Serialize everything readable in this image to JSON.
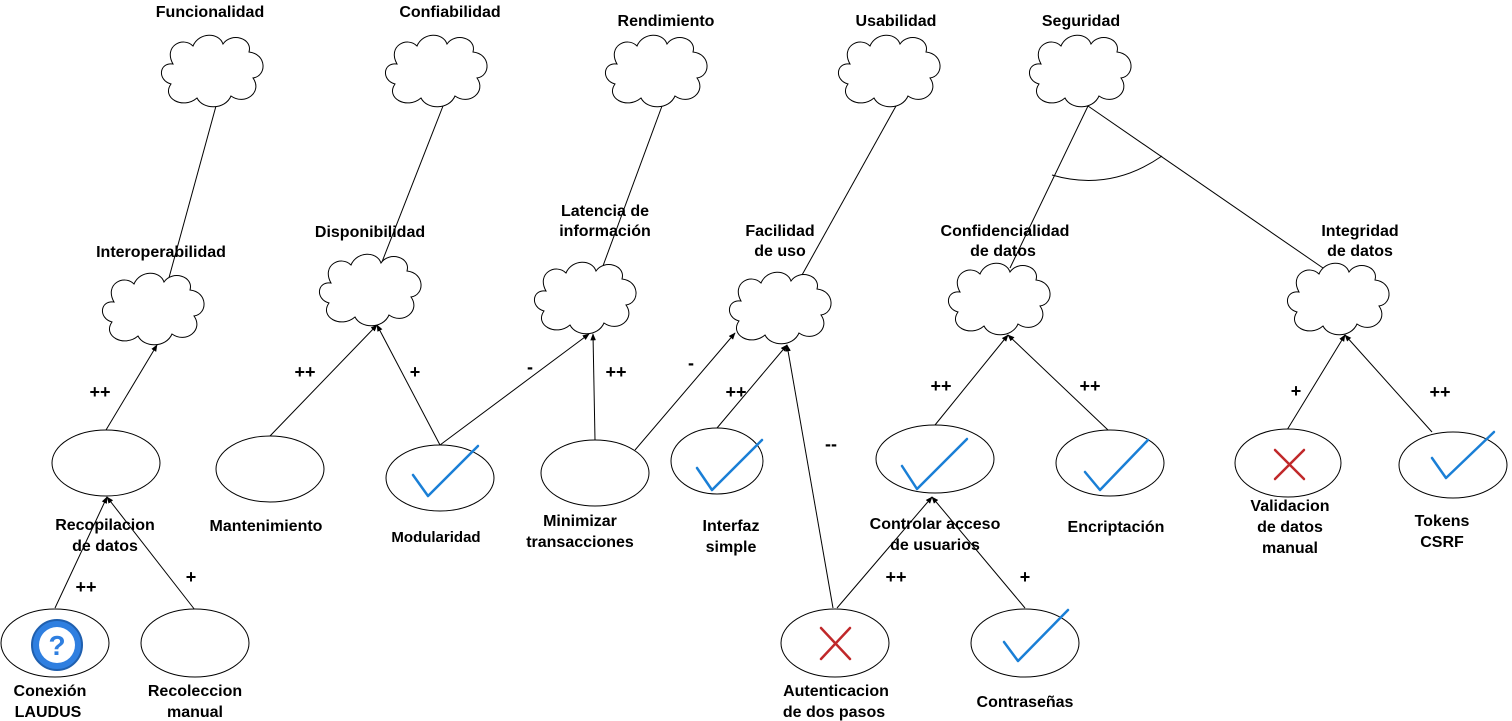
{
  "softgoals": {
    "funcionalidad": "Funcionalidad",
    "confiabilidad": "Confiabilidad",
    "rendimiento": "Rendimiento",
    "usabilidad": "Usabilidad",
    "seguridad": "Seguridad",
    "interoperabilidad": "Interoperabilidad",
    "disponibilidad": "Disponibilidad",
    "latencia_l1": "Latencia de",
    "latencia_l2": "información",
    "facilidad_l1": "Facilidad",
    "facilidad_l2": "de uso",
    "confidencialidad_l1": "Confidencialidad",
    "confidencialidad_l2": "de datos",
    "integridad_l1": "Integridad",
    "integridad_l2": "de datos"
  },
  "operationalizations": {
    "recopilacion_l1": "Recopilacion",
    "recopilacion_l2": "de datos",
    "mantenimiento": "Mantenimiento",
    "modularidad": "Modularidad",
    "minimizar_l1": "Minimizar",
    "minimizar_l2": "transacciones",
    "interfaz_l1": "Interfaz",
    "interfaz_l2": "simple",
    "controlar_l1": "Controlar acceso",
    "controlar_l2": "de usuarios",
    "encriptacion": "Encriptación",
    "validacion_l1": "Validacion",
    "validacion_l2": "de datos",
    "validacion_l3": "manual",
    "tokens_l1": "Tokens",
    "tokens_l2": "CSRF",
    "conexion_l1": "Conexión",
    "conexion_l2": "LAUDUS",
    "recoleccion_l1": "Recoleccion",
    "recoleccion_l2": "manual",
    "autenticacion_l1": "Autenticacion",
    "autenticacion_l2": "de dos pasos",
    "contrasenas": "Contraseñas"
  },
  "contributions": {
    "recopilacion_interop": "++",
    "mantenimiento_disp": "++",
    "modularidad_disp": "+",
    "modularidad_latencia": "-",
    "minimizar_latencia": "++",
    "minimizar_facilidad": "-",
    "interfaz_facilidad": "++",
    "autenticacion_facilidad": "--",
    "controlar_confid": "++",
    "encriptacion_confid": "++",
    "validacion_integ": "+",
    "tokens_integ": "++",
    "conexion_recopilacion": "++",
    "recoleccion_recopilacion": "+",
    "autenticacion_controlar": "++",
    "contrasenas_controlar": "+"
  },
  "status_icons": {
    "modularidad": "check-icon",
    "interfaz": "check-icon",
    "controlar": "check-icon",
    "encriptacion": "check-icon",
    "tokens": "check-icon",
    "contrasenas": "check-icon",
    "validacion": "cross-icon",
    "autenticacion": "cross-icon",
    "conexion": "question-icon"
  },
  "colors": {
    "check": "#1a7fd6",
    "cross": "#c0282a",
    "question": "#2f7fe0"
  }
}
